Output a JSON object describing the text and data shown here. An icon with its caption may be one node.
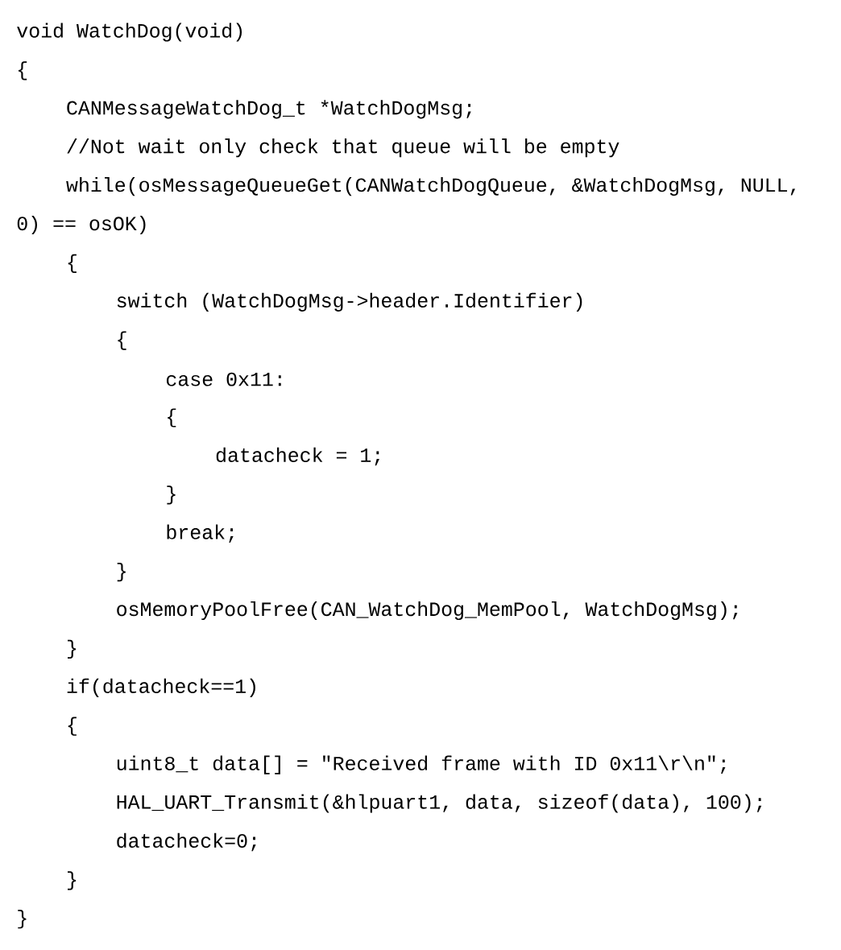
{
  "diagram": {
    "labels": [
      "void WatchDog(void)",
      "{",
      "CANMessageWatchDog_t *WatchDogMsg;",
      "//Not wait only check that queue will be empty",
      "while(osMessageQueueGet(CANWatchDogQueue, &WatchDogMsg, NULL,",
      "0) == osOK)",
      "{",
      "switch (WatchDogMsg->header.Identifier)",
      "{",
      "case 0x11:",
      "{",
      "datacheck = 1;",
      "}",
      "break;",
      "}",
      "osMemoryPoolFree(CAN_WatchDog_MemPool, WatchDogMsg);",
      "}",
      "if(datacheck==1)",
      "{",
      "uint8_t data[] = \"Received frame with ID 0x11\\r\\n\";",
      "HAL_UART_Transmit(&hlpuart1, data, sizeof(data), 100);",
      "datacheck=0;",
      "}",
      "}"
    ]
  }
}
